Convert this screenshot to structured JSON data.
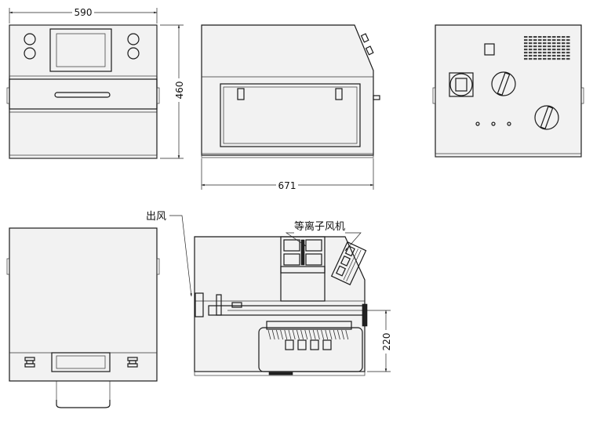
{
  "dimensions": {
    "width": "590",
    "height": "460",
    "depth": "671",
    "section_height": "220"
  },
  "labels": {
    "outlet": "出风",
    "fan": "等离子风机"
  }
}
